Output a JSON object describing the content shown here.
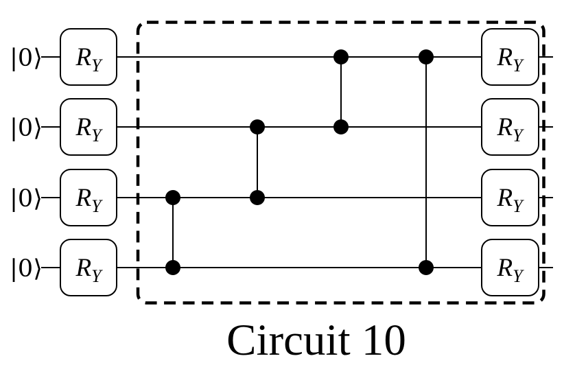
{
  "figure": {
    "caption": "Circuit 10",
    "colors": {
      "ink": "#000000",
      "background": "#ffffff"
    }
  },
  "circuit": {
    "num_qubits": 4,
    "qubits": [
      {
        "label": "|0⟩"
      },
      {
        "label": "|0⟩"
      },
      {
        "label": "|0⟩"
      },
      {
        "label": "|0⟩"
      }
    ],
    "rotation_gate": {
      "base": "R",
      "subscript": "Y"
    },
    "structure": {
      "initial_layer": [
        "RY",
        "RY",
        "RY",
        "RY"
      ],
      "entangling_cz_pairs": [
        [
          2,
          3
        ],
        [
          1,
          2
        ],
        [
          0,
          1
        ],
        [
          0,
          3
        ]
      ],
      "final_layer": [
        "RY",
        "RY",
        "RY",
        "RY"
      ],
      "entangling_block_boxed": true
    }
  }
}
